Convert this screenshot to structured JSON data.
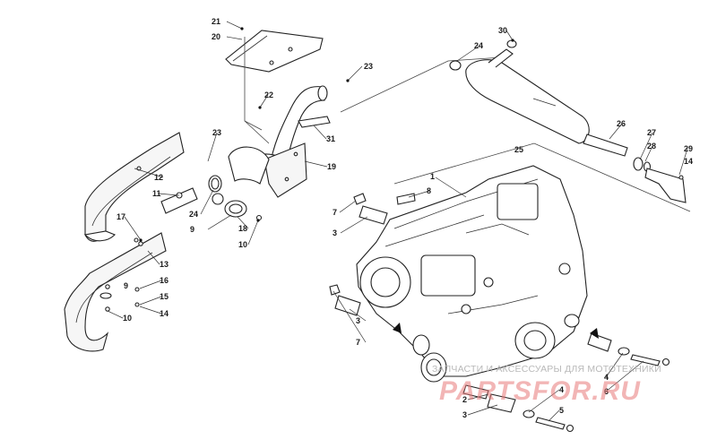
{
  "diagram": {
    "callouts": {
      "c21": "21",
      "c20": "20",
      "c22": "22",
      "c23a": "23",
      "c23b": "23",
      "c31": "31",
      "c19": "19",
      "c30": "30",
      "c24a": "24",
      "c24b": "24",
      "c25": "25",
      "c26": "26",
      "c27": "27",
      "c28": "28",
      "c29": "29",
      "c14a": "14",
      "c14b": "14",
      "c12": "12",
      "c11": "11",
      "c17": "17",
      "c13": "13",
      "c16": "16",
      "c9a": "9",
      "c9b": "9",
      "c15": "15",
      "c10a": "10",
      "c10b": "10",
      "c18": "18",
      "c1": "1",
      "c8": "8",
      "c7a": "7",
      "c7b": "7",
      "c3a": "3",
      "c3b": "3",
      "c3c": "3",
      "c2": "2",
      "c4a": "4",
      "c4b": "4",
      "c6": "6",
      "c5": "5"
    }
  },
  "watermark": {
    "tagline": "ЗАПЧАСТИ И АКСЕССУАРЫ ДЛЯ МОТОТЕХНИКИ",
    "logo": "PARTSFOR.RU"
  },
  "colors": {
    "line": "#222222",
    "label": "#1a1a1a",
    "watermark": "#e87878"
  }
}
